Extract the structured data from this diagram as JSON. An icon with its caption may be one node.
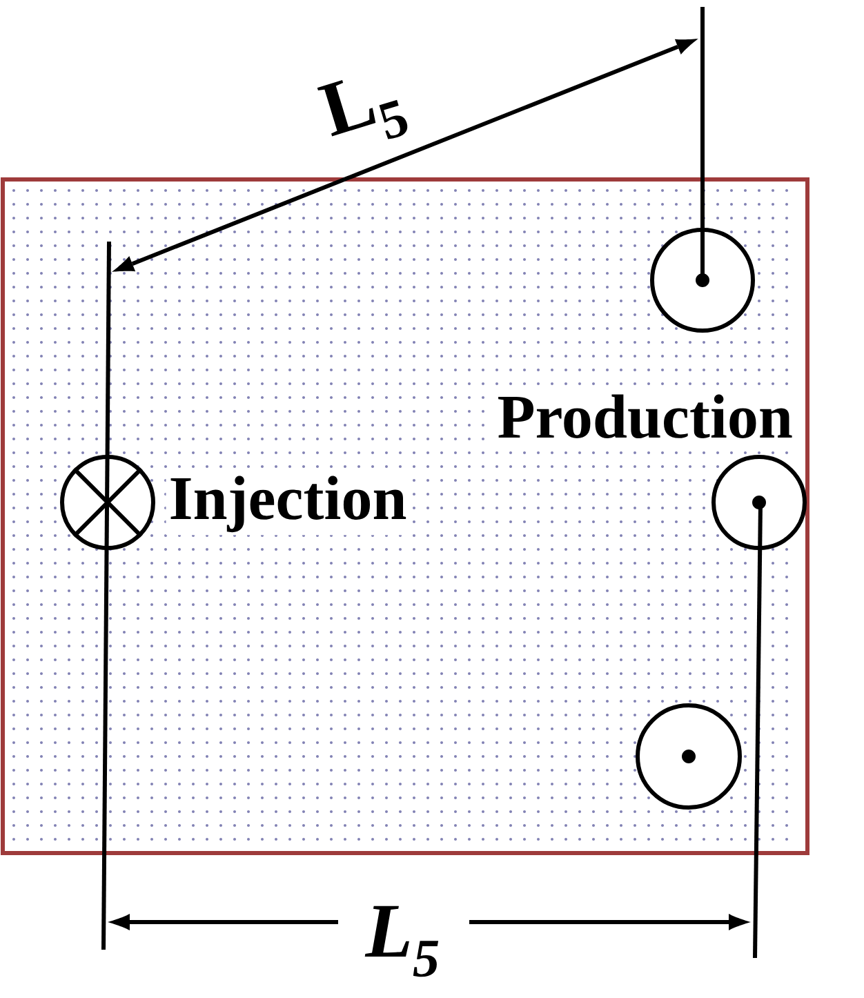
{
  "diagram": {
    "nodes": [
      {
        "text": [],
        "shape": "box"
      },
      {
        "text": [],
        "shape": "circle",
        "in": 0
      },
      {
        "text": [],
        "shape": "circle",
        "beside": [
          "Injection"
        ],
        "in": 0
      },
      {
        "text": [],
        "shape": "circle",
        "beside": [
          "Production"
        ],
        "in": 0
      },
      {
        "text": [],
        "shape": "circle",
        "in": 0
      }
    ],
    "labels": [
      "L$_{5}$",
      "L$_{5}$"
    ]
  }
}
